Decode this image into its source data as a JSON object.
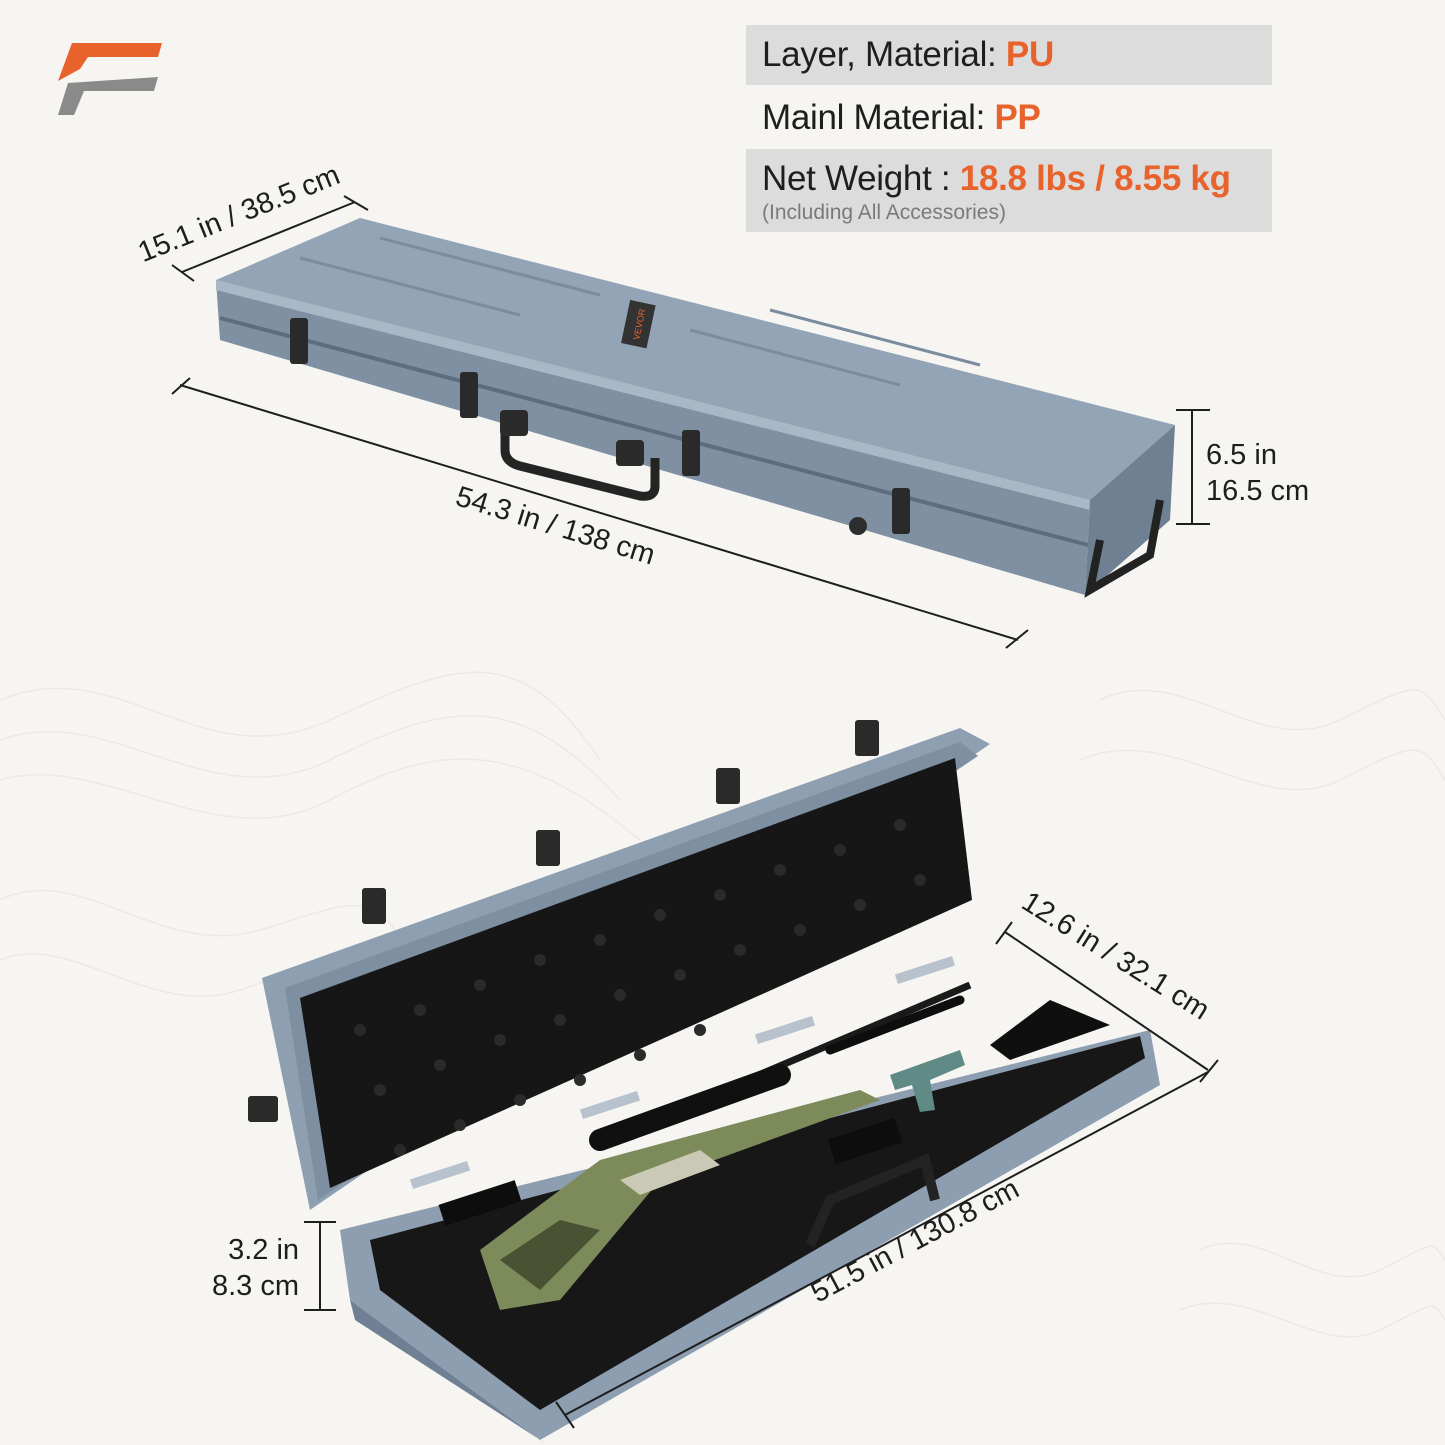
{
  "specs": {
    "layer_label": "Layer, Material:",
    "layer_value": "PU",
    "main_label": "Mainl Material:",
    "main_value": "PP",
    "weight_label": "Net Weight :",
    "weight_value": "18.8 lbs / 8.55 kg",
    "weight_note": "(Including All Accessories)"
  },
  "closed_case": {
    "brand_badge": "VEVOR",
    "width_label": "15.1 in / 38.5 cm",
    "length_label": "54.3 in / 138 cm",
    "height_in": "6.5 in",
    "height_cm": "16.5 cm"
  },
  "open_case": {
    "width_label": "12.6 in / 32.1 cm",
    "length_label": "51.5 in / 130.8 cm",
    "depth_in": "3.2 in",
    "depth_cm": "8.3 cm"
  },
  "colors": {
    "accent": "#e8622c",
    "logo_gray": "#8a8a8a",
    "case_body": "#8d9eb0",
    "foam": "#151515",
    "spec_shade": "#dcdcdc"
  },
  "icons": [
    "brand-logo-icon"
  ]
}
